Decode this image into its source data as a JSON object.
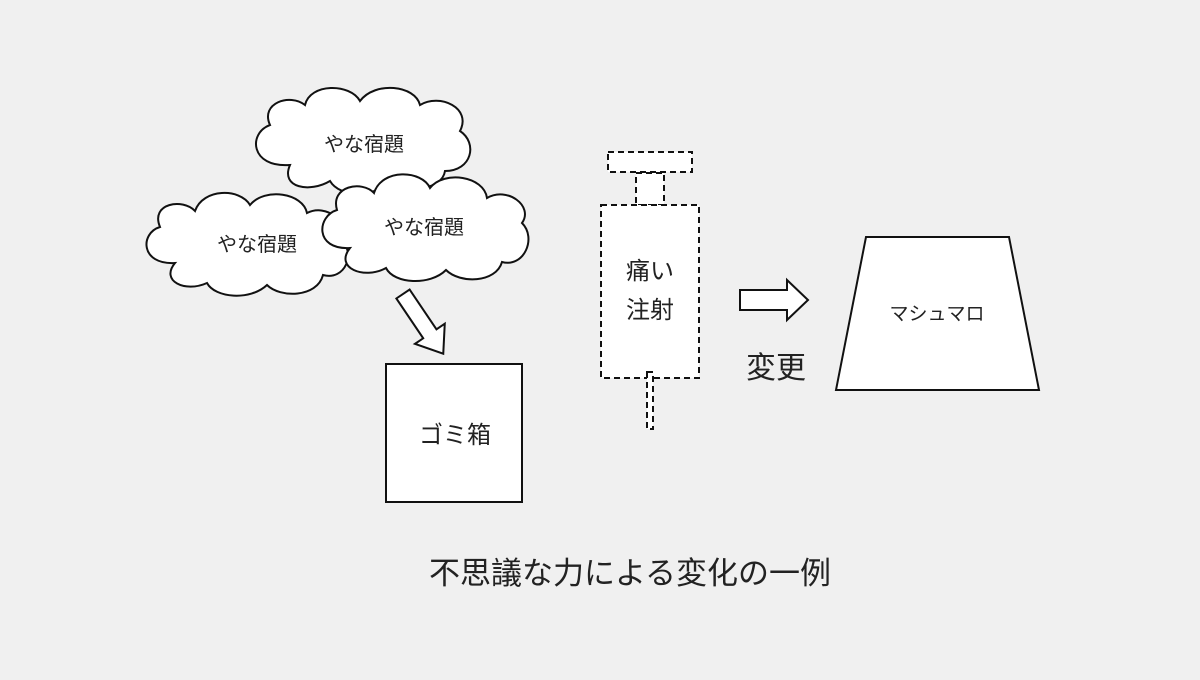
{
  "diagram": {
    "clouds": [
      {
        "label": "やな宿題"
      },
      {
        "label": "やな宿題"
      },
      {
        "label": "やな宿題"
      }
    ],
    "trash_label": "ゴミ箱",
    "syringe_label_line1": "痛い",
    "syringe_label_line2": "注射",
    "change_label": "変更",
    "marshmallow_label": "マシュマロ",
    "caption": "不思議な力による変化の一例"
  }
}
